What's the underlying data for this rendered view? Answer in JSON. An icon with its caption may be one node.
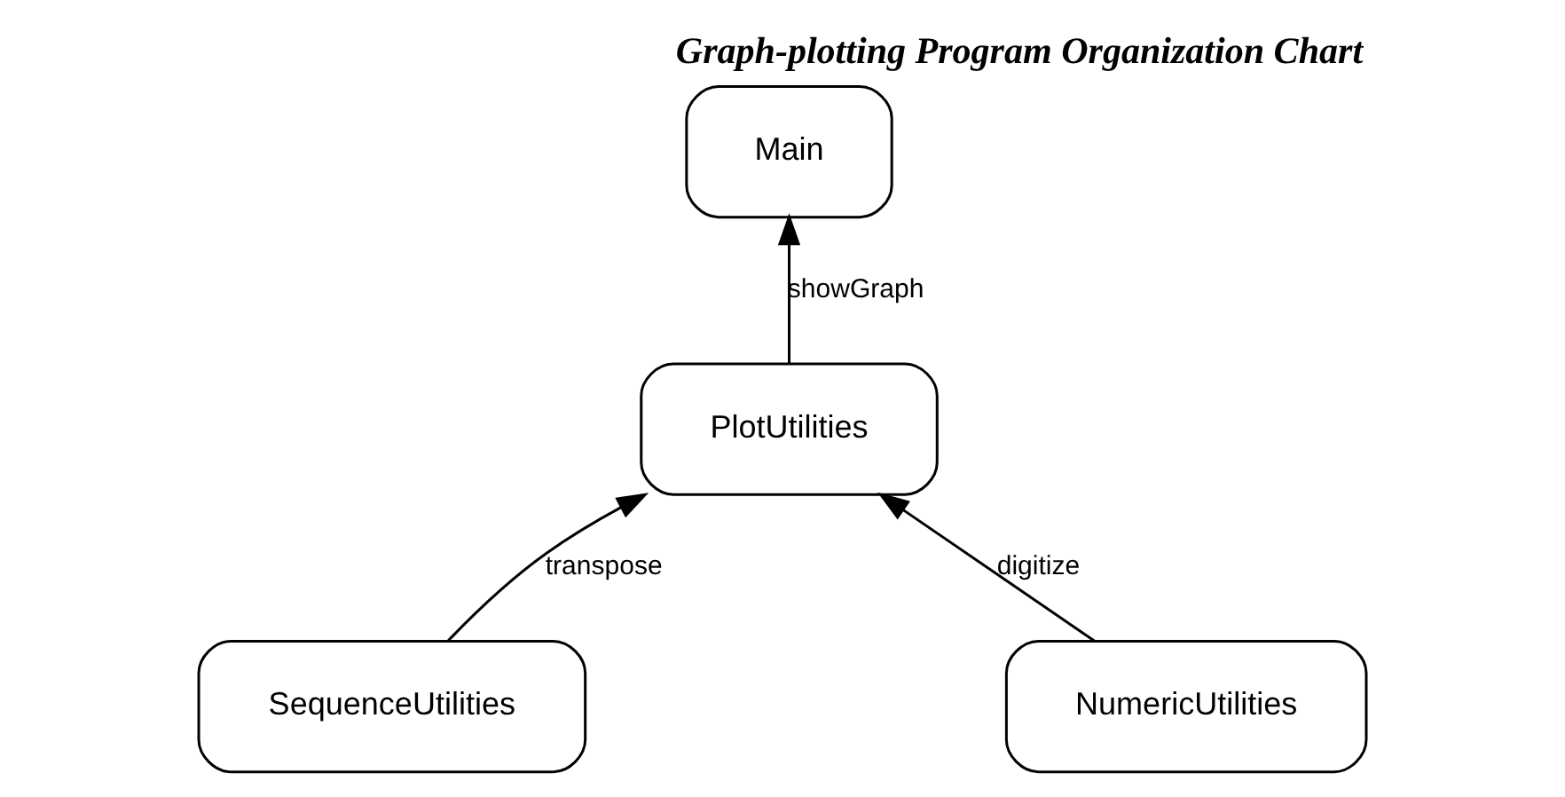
{
  "diagram": {
    "title": "Graph-plotting Program Organization Chart",
    "nodes": [
      {
        "text": [
          "Main"
        ]
      },
      {
        "text": [
          "PlotUtilities"
        ]
      },
      {
        "text": [
          "SequenceUtilities"
        ]
      },
      {
        "text": [
          "NumericUtilities"
        ]
      }
    ],
    "edges": [
      {
        "from": 1,
        "to": 0,
        "arrow": "to",
        "label": "showGraph"
      },
      {
        "from": 2,
        "to": 1,
        "arrow": "to",
        "label": "transpose"
      },
      {
        "from": 3,
        "to": 1,
        "arrow": "to",
        "label": "digitize"
      }
    ]
  }
}
